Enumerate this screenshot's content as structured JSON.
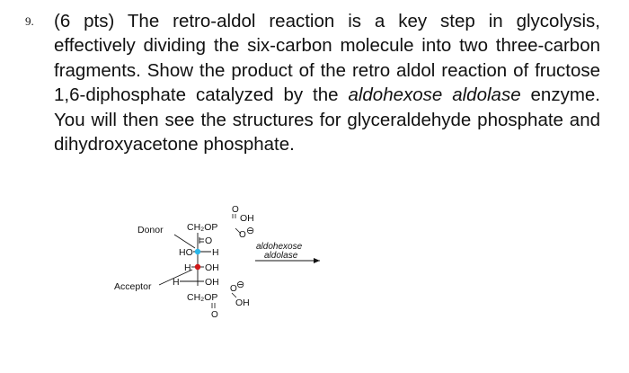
{
  "question": {
    "number": "9.",
    "points": "(6 pts)",
    "text_part1": "The retro-aldol reaction is a key step in glycolysis, effectively dividing the six-carbon molecule into two three-carbon fragments.  Show the product of the retro aldol reaction of fructose 1,6-diphosphate catalyzed by the ",
    "enzyme_italic": "aldohexose aldolase",
    "text_part2": " enzyme.  You will then see the structures for glyceraldehyde phosphate and",
    "text_last_line": "dihydroxyacetone phosphate."
  },
  "diagram": {
    "donor_label": "Donor",
    "acceptor_label": "Acceptor",
    "arrow_label_line1": "aldohexose",
    "arrow_label_line2": "aldolase",
    "top_group": "CH₂OP",
    "bottom_group": "CH₂OP",
    "ketone": "O",
    "row2_left": "HO",
    "row2_right": "H",
    "row3_left": "H",
    "row3_right": "OH",
    "row4_left": "H",
    "row4_right": "OH",
    "phosphate_O": "O",
    "phosphate_OH": "OH",
    "charge": "⊖",
    "donor_dot_color": "#29b6e8",
    "acceptor_dot_color": "#d01818"
  }
}
